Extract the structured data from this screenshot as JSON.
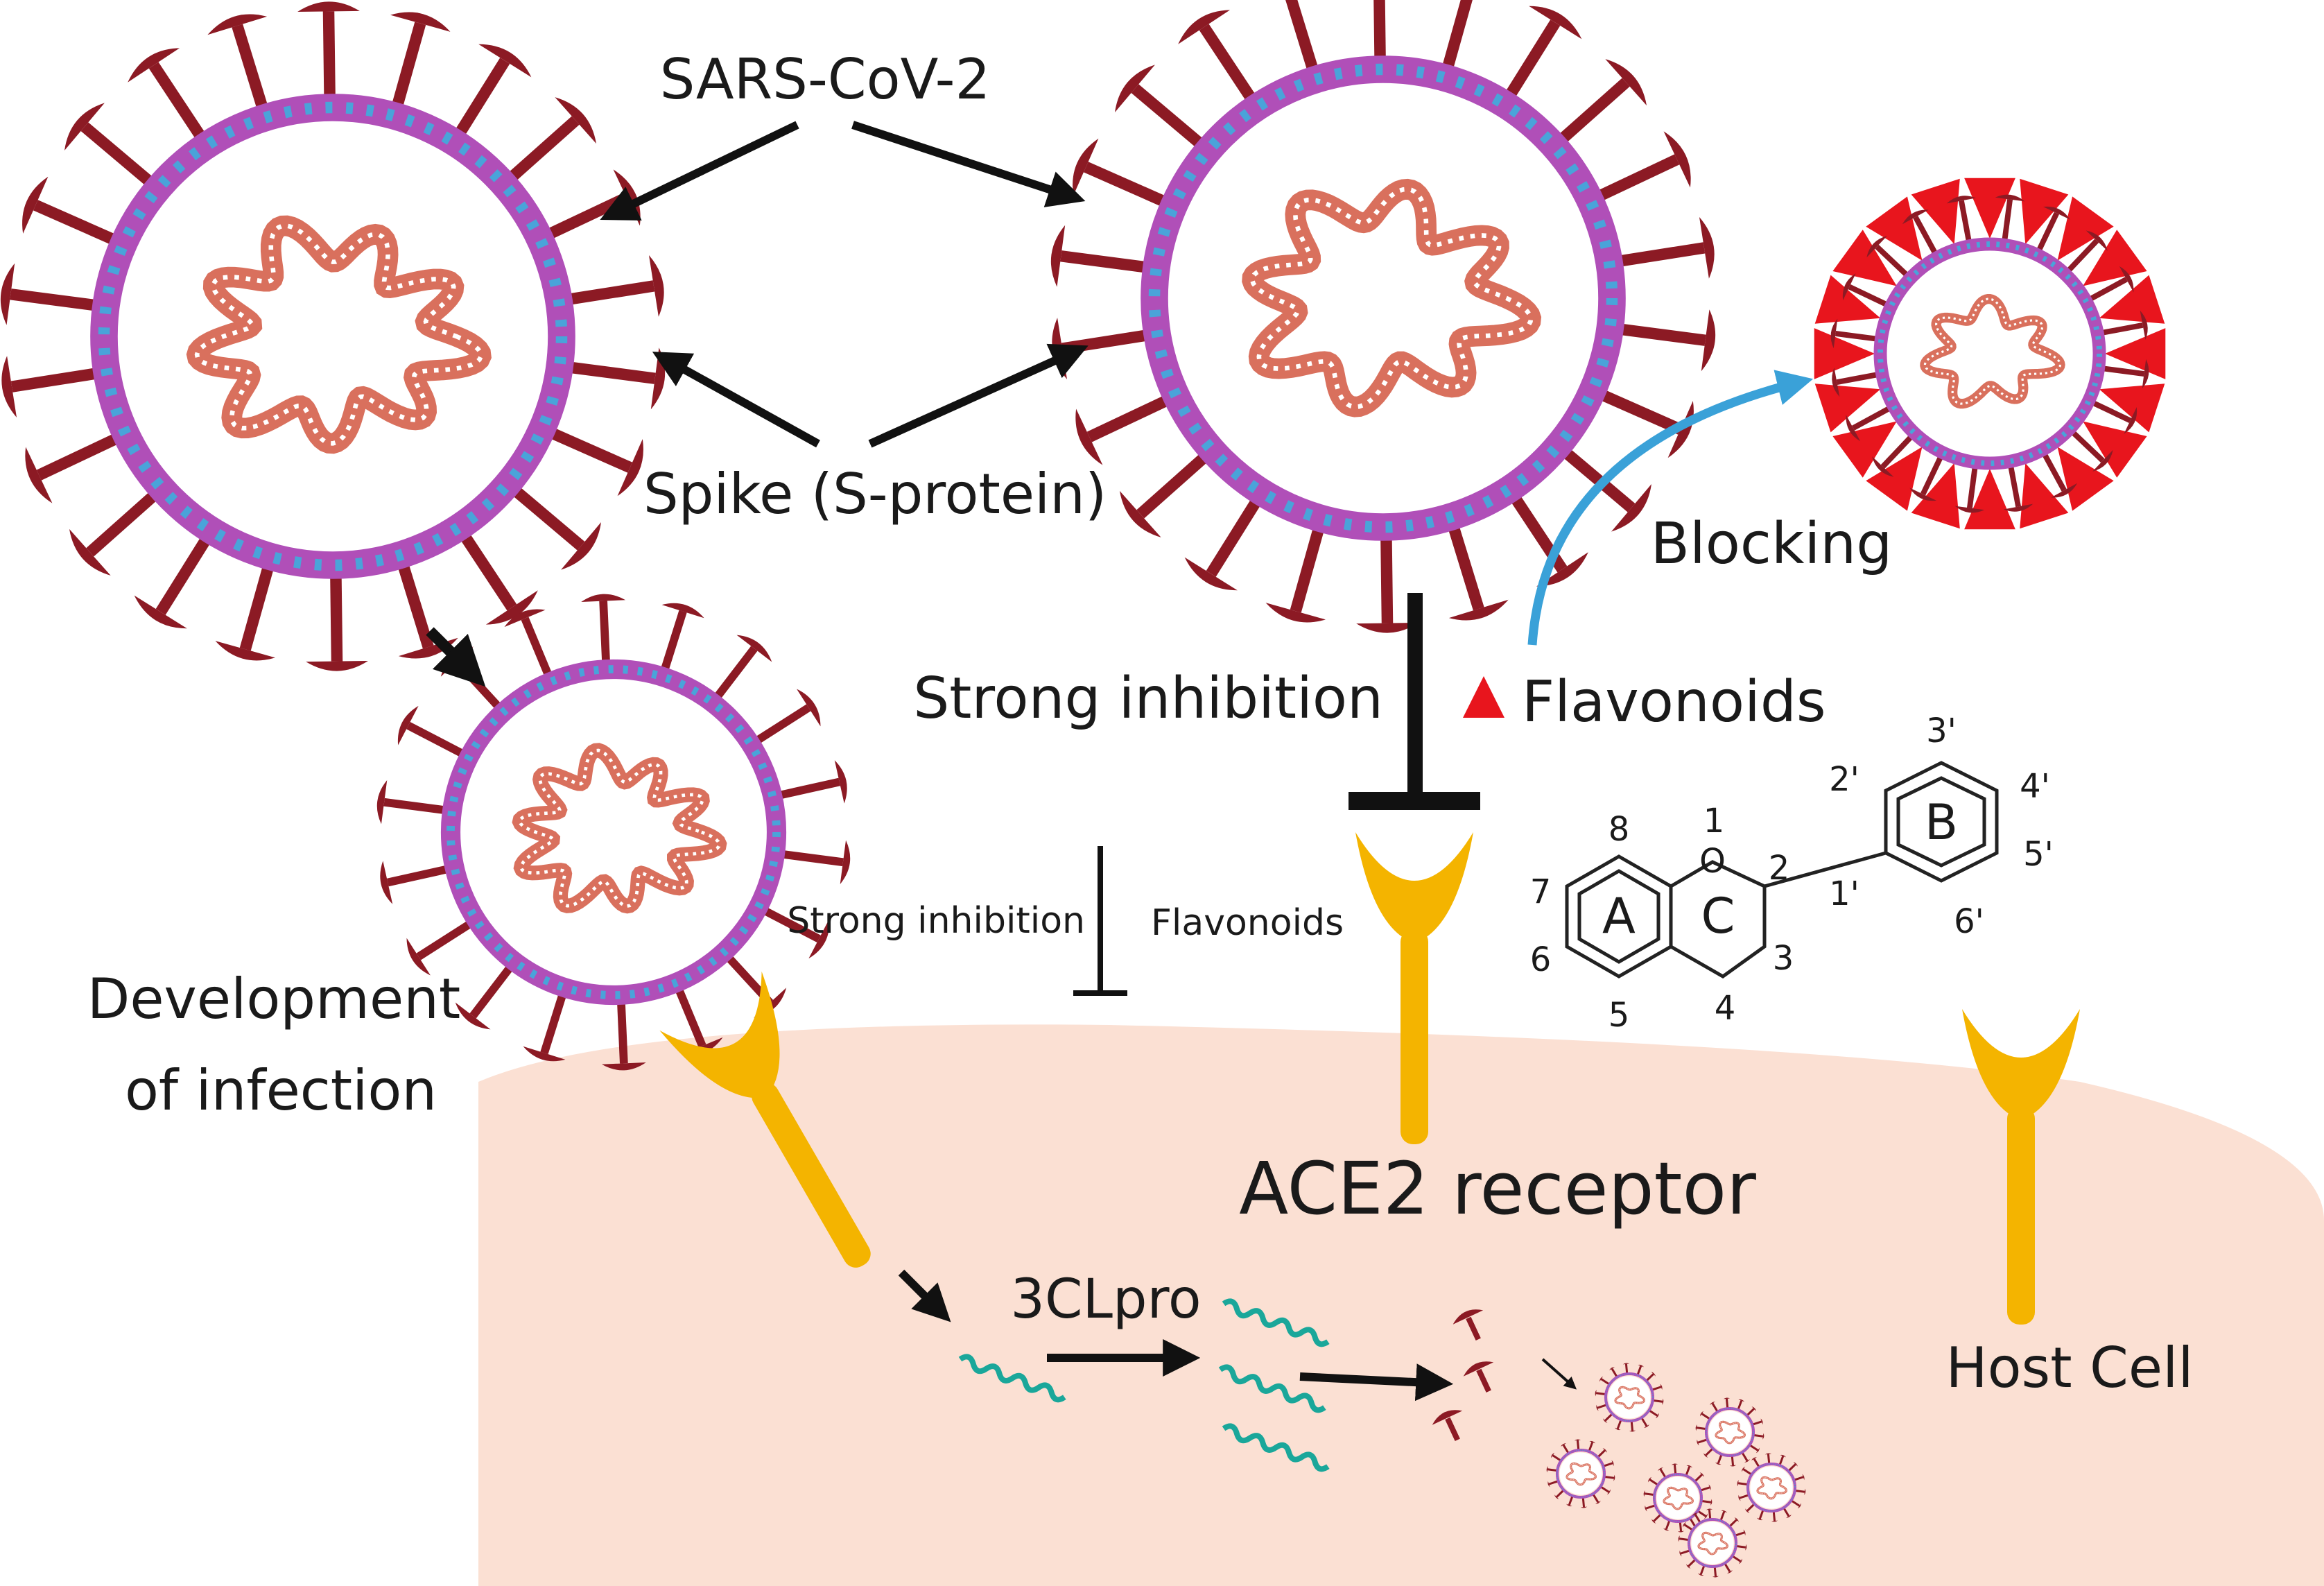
{
  "labels": {
    "sars_cov_2": "SARS-CoV-2",
    "spike": "Spike (S-protein)",
    "blocking": "Blocking",
    "strong_inhibition": "Strong inhibition",
    "flavonoids": "Flavonoids",
    "strong_inhibition_small": "Strong inhibition",
    "flavonoids_small": "Flavonoids",
    "development_line1": "Development",
    "development_line2": "of infection",
    "ace2": "ACE2 receptor",
    "threeclpro": "3CLpro",
    "host_cell": "Host Cell"
  },
  "structure": {
    "ring_a": "A",
    "ring_b": "B",
    "ring_c": "C",
    "oxygen": "O",
    "positions": {
      "p1": "1",
      "p2": "2",
      "p3": "3",
      "p4": "4",
      "p5": "5",
      "p6": "6",
      "p7": "7",
      "p8": "8",
      "p1p": "1'",
      "p2p": "2'",
      "p3p": "3'",
      "p4p": "4'",
      "p5p": "5'",
      "p6p": "6'"
    }
  },
  "colors": {
    "cell": "#fbe0d3",
    "receptor": "#f4b400",
    "spike": "#8c1a24",
    "membrane": "#b04fb8",
    "envelope_dots": "#4aa3d9",
    "rna": "#d9705d",
    "flavonoid": "#e8151d",
    "blocking_arrow": "#3aa1d8",
    "fragment": "#1aa79a"
  }
}
